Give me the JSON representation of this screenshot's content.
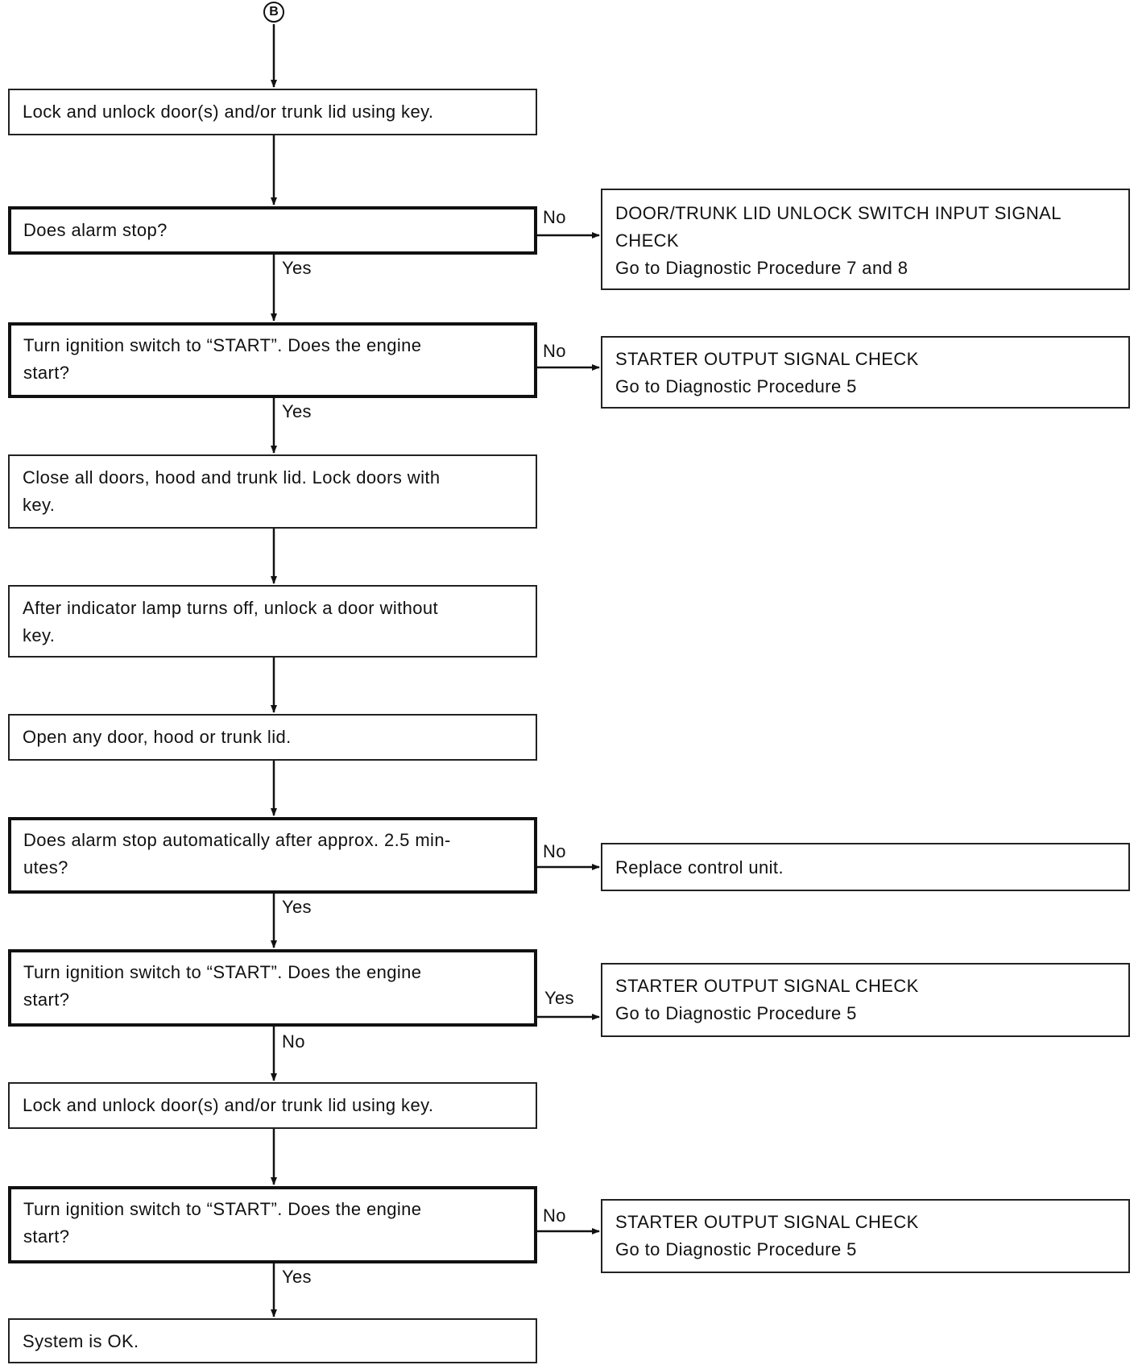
{
  "connector": {
    "label": "B"
  },
  "steps": {
    "s1": "Lock and unlock door(s) and/or trunk lid using key.",
    "d1": "Does alarm stop?",
    "d2": [
      "Turn ignition switch to “START”. Does the engine",
      "start?"
    ],
    "s2": [
      "Close all doors, hood and trunk lid. Lock doors with",
      "key."
    ],
    "s3": [
      "After indicator lamp turns off, unlock a door without",
      "key."
    ],
    "s4": "Open any door, hood or trunk lid.",
    "d3": [
      "Does alarm stop automatically after approx. 2.5 min-",
      "utes?"
    ],
    "d4": [
      "Turn ignition switch to “START”. Does the engine",
      "start?"
    ],
    "s5": "Lock and unlock door(s) and/or trunk lid using key.",
    "d5": [
      "Turn ignition switch to “START”. Does the engine",
      "start?"
    ],
    "end": "System is OK."
  },
  "results": {
    "r1": [
      "DOOR/TRUNK LID UNLOCK SWITCH INPUT SIGNAL",
      "CHECK",
      "Go to Diagnostic Procedure 7  and 8"
    ],
    "r2": [
      "STARTER OUTPUT SIGNAL CHECK",
      "Go to Diagnostic Procedure 5"
    ],
    "r3": "Replace control unit.",
    "r4": [
      "STARTER OUTPUT SIGNAL CHECK",
      "Go to Diagnostic Procedure 5"
    ],
    "r5": [
      "STARTER OUTPUT SIGNAL CHECK",
      "Go to Diagnostic Procedure 5"
    ]
  },
  "branch_labels": {
    "d1_no": "No",
    "d1_yes": "Yes",
    "d2_no": "No",
    "d2_yes": "Yes",
    "d3_no": "No",
    "d3_yes": "Yes",
    "d4_yes": "Yes",
    "d4_no": "No",
    "d5_no": "No",
    "d5_yes": "Yes"
  }
}
